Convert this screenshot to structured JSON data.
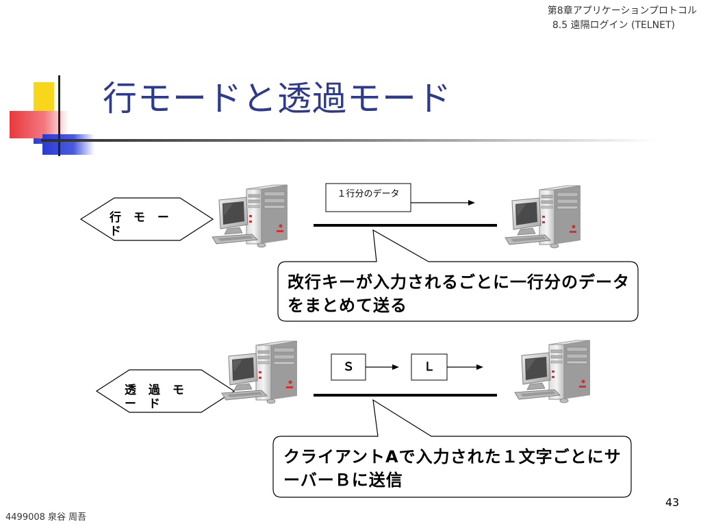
{
  "header": {
    "chapter": "第8章アプリケーションプロトコル",
    "section": "8.5 遠隔ログイン (TELNET)"
  },
  "title": "行モードと透過モード",
  "colors": {
    "title": "#2e3a8c",
    "deco_yellow": "#f7d61c",
    "deco_red": "#e8383d",
    "deco_blue": "#2a3bd6",
    "line": "#000000"
  },
  "diagram": {
    "line_mode": {
      "mode_label": "行 モ ー ド",
      "packet_label": "１行分のデータ",
      "callout": "改行キーが入力されるごとに一行分のデータをまとめて送る"
    },
    "transparent_mode": {
      "mode_label": "透 過 モ ー ド",
      "char_1": "Ｓ",
      "char_2": "Ｌ",
      "callout": "クライアントAで入力された１文字ごとにサーバーＢに送信"
    }
  },
  "footer": {
    "author": "4499008 泉谷 周吾",
    "page": "43"
  }
}
